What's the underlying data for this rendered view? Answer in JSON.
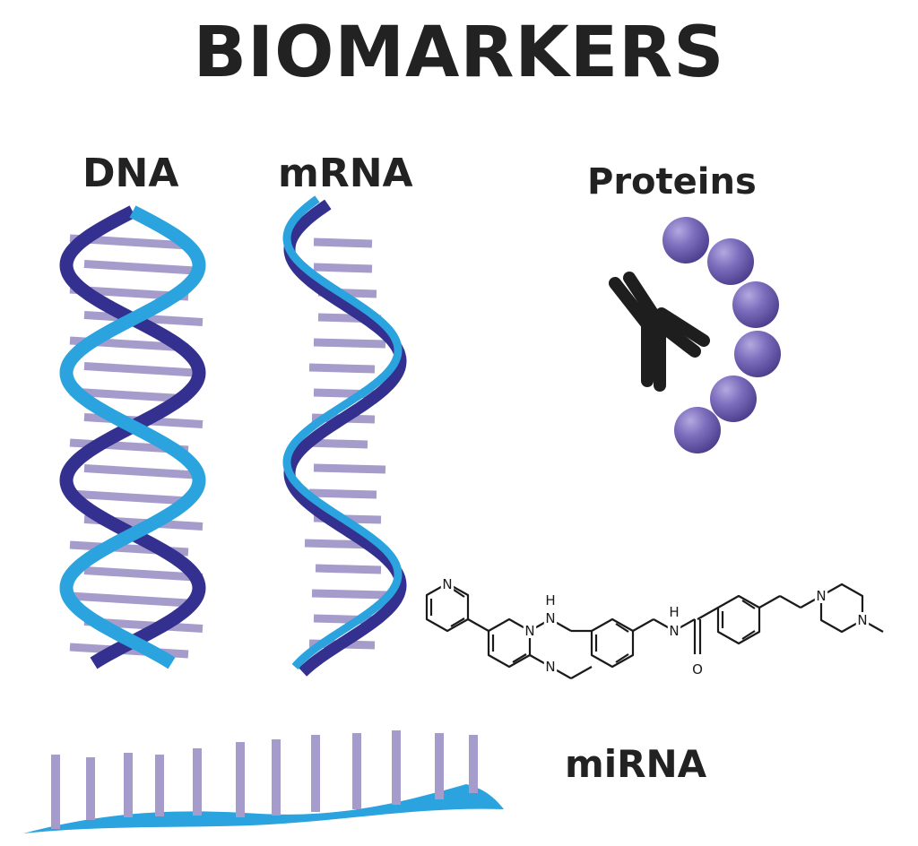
{
  "title": "BIOMARKERS",
  "labels": {
    "dna": "DNA",
    "mrna": "mRNA",
    "proteins": "Proteins",
    "mirna": "miRNA"
  },
  "molecule_atoms": {
    "n_pyridine": "N",
    "n_pyrimidine_top": "N",
    "nh_bridge_h": "H",
    "nh_bridge_n": "N",
    "n_pyrimidine_bottom": "N",
    "amide_h": "H",
    "amide_n": "N",
    "carbonyl_o": "O",
    "piperazine_n1": "N",
    "piperazine_n2": "N"
  },
  "colors": {
    "strand_light": "#2aa3df",
    "strand_dark": "#33308f",
    "rung": "#a59ccc",
    "protein": "#6a5aa6",
    "antibody": "#1e1e1e",
    "text": "#222222"
  }
}
